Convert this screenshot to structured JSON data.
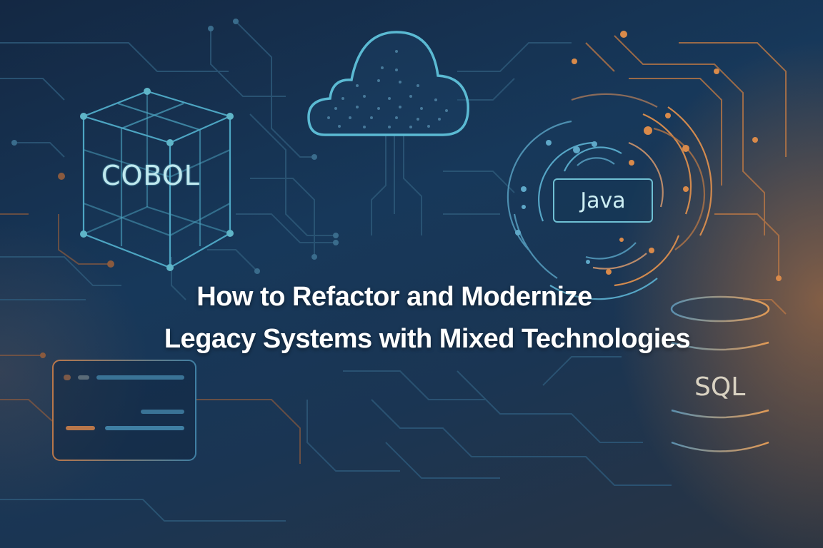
{
  "title": {
    "line1": "How to Refactor and Modernize",
    "line2": "Legacy Systems with Mixed Technologies"
  },
  "elements": {
    "cube_label": "COBOL",
    "cloud": "cloud-icon",
    "java_label": "Java",
    "database_label": "SQL",
    "code_window": "code-document-icon"
  },
  "colors": {
    "background_dark": "#142843",
    "background_mid": "#17385a",
    "accent_cyan": "#5fb5c8",
    "accent_orange": "#d6803e",
    "title_text": "#ffffff"
  }
}
